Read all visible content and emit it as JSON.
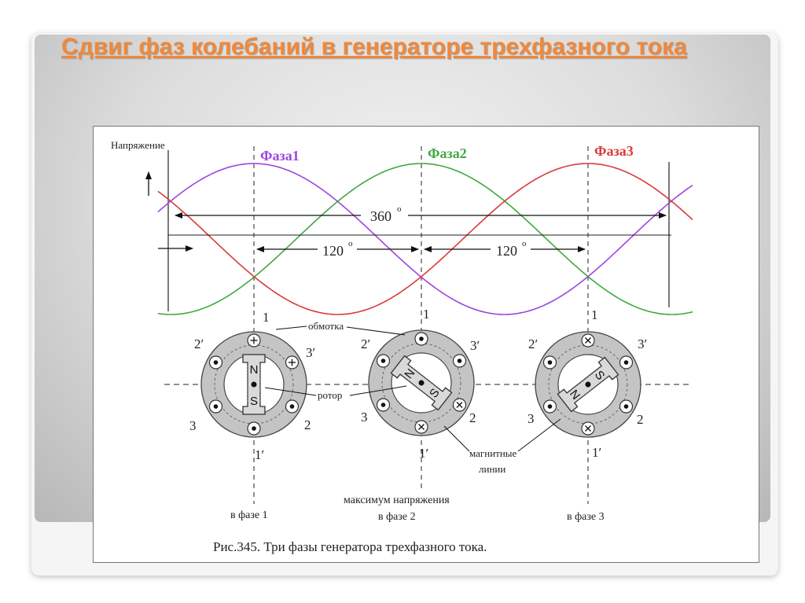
{
  "slide": {
    "title": "Сдвиг фаз колебаний в генераторе трехфазного тока"
  },
  "figure": {
    "y_axis_label": "Напряжение",
    "phase_labels": [
      "Фаза1",
      "Фаза2",
      "Фаза3"
    ],
    "phase_colors": [
      "#9b45e0",
      "#3fa83f",
      "#d93a3a"
    ],
    "period_label": "360",
    "shift_label_1": "120",
    "shift_label_2": "120",
    "degree_mark": "o",
    "winding_label": "обмотка",
    "rotor_label": "ротор",
    "magnetic_lines_label_1": "магнитные",
    "magnetic_lines_label_2": "линии",
    "pole_n": "N",
    "pole_s": "S",
    "terminal_labels": {
      "t1": "1",
      "t1p": "1′",
      "t2": "2",
      "t2p": "2′",
      "t3": "3",
      "t3p": "3′"
    },
    "caption_phase1": "в фазе 1",
    "caption_phase2_line1": "максимум напряжения",
    "caption_phase2_line2": "в фазе 2",
    "caption_phase3": "в фазе 3",
    "figure_caption": "Рис.345. Три фазы генератора трехфазного тока."
  }
}
